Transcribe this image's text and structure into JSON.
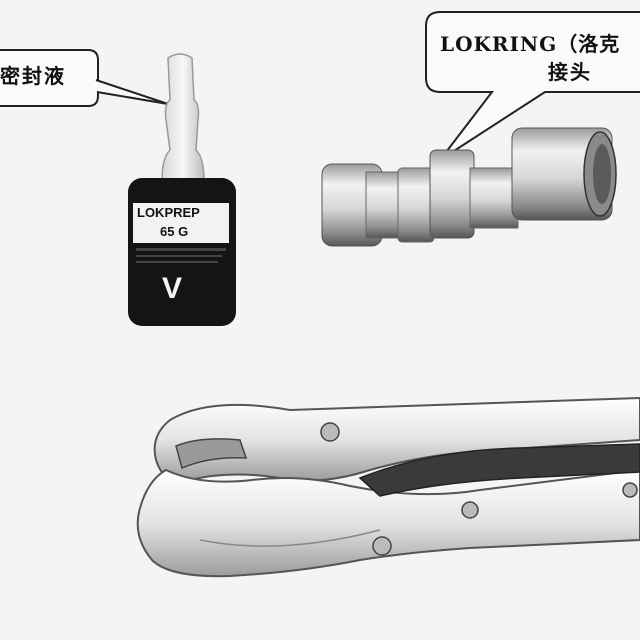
{
  "callouts": {
    "sealant_label": "密封液",
    "lokring_line1": "LOKRING（洛克",
    "lokring_line2": "接头"
  },
  "bottle": {
    "brand": "LOKPREP",
    "code": "65 G",
    "logo": "V"
  },
  "colors": {
    "background": "#f4f4f4",
    "ink": "#111111",
    "metal_light": "#e6e6e6",
    "metal_dark": "#6a6a6a"
  }
}
